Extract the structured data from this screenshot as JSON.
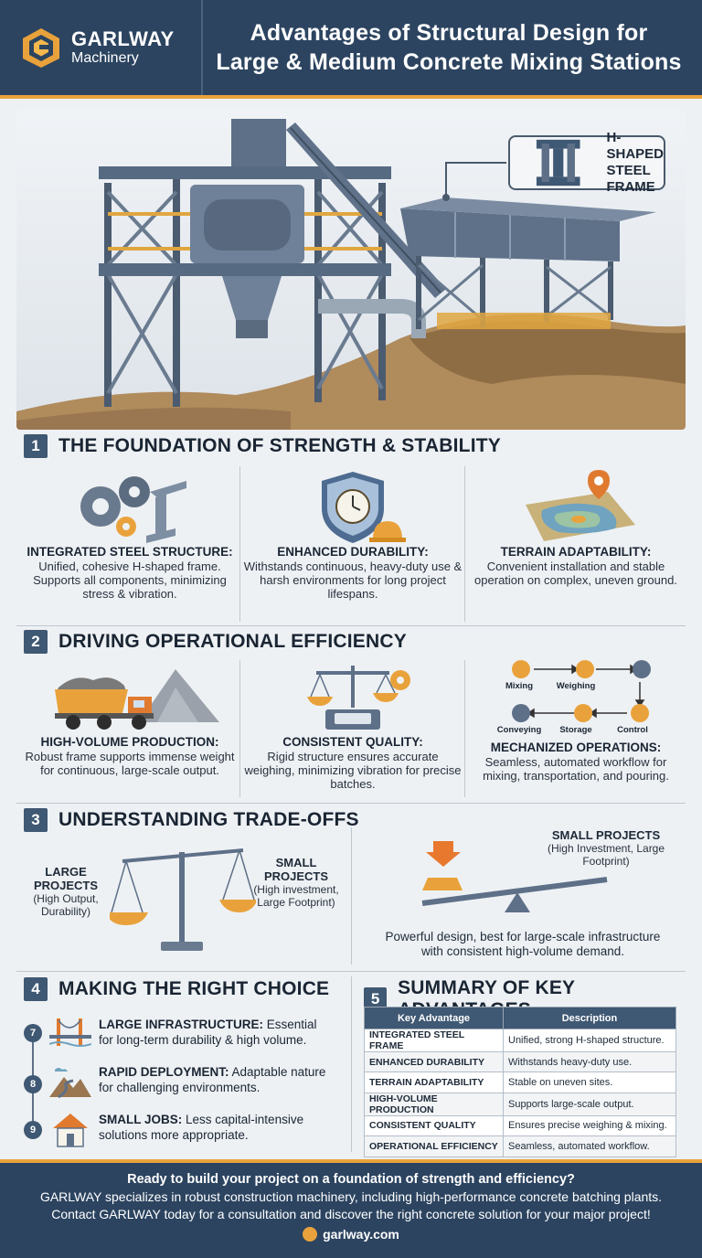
{
  "header": {
    "brand_name": "GARLWAY",
    "brand_sub": "Machinery",
    "title_line1": "Advantages of Structural Design for",
    "title_line2": "Large & Medium Concrete Mixing Stations"
  },
  "hero": {
    "callout_line1": "H-SHAPED",
    "callout_line2": "STEEL FRAME"
  },
  "section1": {
    "number": "1",
    "title": "THE FOUNDATION OF STRENGTH & STABILITY",
    "cards": [
      {
        "title": "INTEGRATED STEEL STRUCTURE:",
        "body": "Unified, cohesive H-shaped frame. Supports all components, minimizing stress & vibration.",
        "icon": "gears-beam-icon"
      },
      {
        "title": "ENHANCED DURABILITY:",
        "body": "Withstands continuous, heavy-duty use & harsh environments for long project lifespans.",
        "icon": "shield-clock-icon"
      },
      {
        "title": "TERRAIN ADAPTABILITY:",
        "body": "Convenient installation and stable operation on complex, uneven ground.",
        "icon": "terrain-map-icon"
      }
    ]
  },
  "section2": {
    "number": "2",
    "title": "DRIVING OPERATIONAL EFFICIENCY",
    "cards": [
      {
        "title": "HIGH-VOLUME PRODUCTION:",
        "body": "Robust frame supports immense weight for continuous, large-scale output.",
        "icon": "dump-truck-icon"
      },
      {
        "title": "CONSISTENT QUALITY:",
        "body": "Rigid structure ensures accurate weighing, minimizing vibration for precise batches.",
        "icon": "balance-scale-icon"
      },
      {
        "title": "MECHANIZED OPERATIONS:",
        "body": "Seamless, automated workflow for mixing, transportation, and pouring.",
        "icon": "workflow-icon"
      }
    ],
    "flow": [
      "Mixing",
      "Weighing",
      "Conveying",
      "Storage",
      "Control"
    ]
  },
  "section3": {
    "number": "3",
    "title": "UNDERSTANDING TRADE-OFFS",
    "left_main": "LARGE PROJECTS",
    "left_sub": "(High Output, Durability)",
    "right_main": "SMALL PROJECTS",
    "right_sub": "(High investment, Large Footprint)",
    "seesaw_main": "SMALL PROJECTS",
    "seesaw_sub": "(High Investment, Large Footprint)",
    "note": "Powerful design, best for large-scale infrastructure with consistent high-volume demand."
  },
  "section4": {
    "number": "4",
    "title": "MAKING THE RIGHT CHOICE",
    "items": [
      {
        "badge": "7",
        "lead": "LARGE INFRASTRUCTURE:",
        "text": " Essential for long-term durability & high volume.",
        "icon": "bridge-icon"
      },
      {
        "badge": "8",
        "lead": "RAPID DEPLOYMENT:",
        "text": " Adaptable nature for challenging environments.",
        "icon": "mountain-road-icon"
      },
      {
        "badge": "9",
        "lead": "SMALL JOBS:",
        "text": " Less capital-intensive solutions more appropriate.",
        "icon": "house-icon"
      }
    ]
  },
  "section5": {
    "number": "5",
    "title": "SUMMARY OF KEY ADVANTAGES",
    "headers": [
      "Key Advantage",
      "Description"
    ],
    "rows": [
      [
        "INTEGRATED STEEL FRAME",
        "Unified, strong H-shaped structure."
      ],
      [
        "ENHANCED DURABILITY",
        "Withstands heavy-duty use."
      ],
      [
        "TERRAIN ADAPTABILITY",
        "Stable on uneven sites."
      ],
      [
        "HIGH-VOLUME PRODUCTION",
        "Supports large-scale output."
      ],
      [
        "CONSISTENT QUALITY",
        "Ensures precise weighing & mixing."
      ],
      [
        "OPERATIONAL EFFICIENCY",
        "Seamless, automated workflow."
      ]
    ]
  },
  "footer": {
    "line1": "Ready to build your project on a foundation of strength and efficiency?",
    "line2": "GARLWAY specializes in robust construction machinery, including high-performance concrete batching plants.",
    "line3": "Contact GARLWAY today for a consultation and discover the right concrete solution for your major project!",
    "link": "garlway.com"
  },
  "colors": {
    "navy": "#2c4460",
    "accent_orange": "#e9a23b",
    "badge_blue": "#3f5873",
    "steel": "#5e7088"
  }
}
